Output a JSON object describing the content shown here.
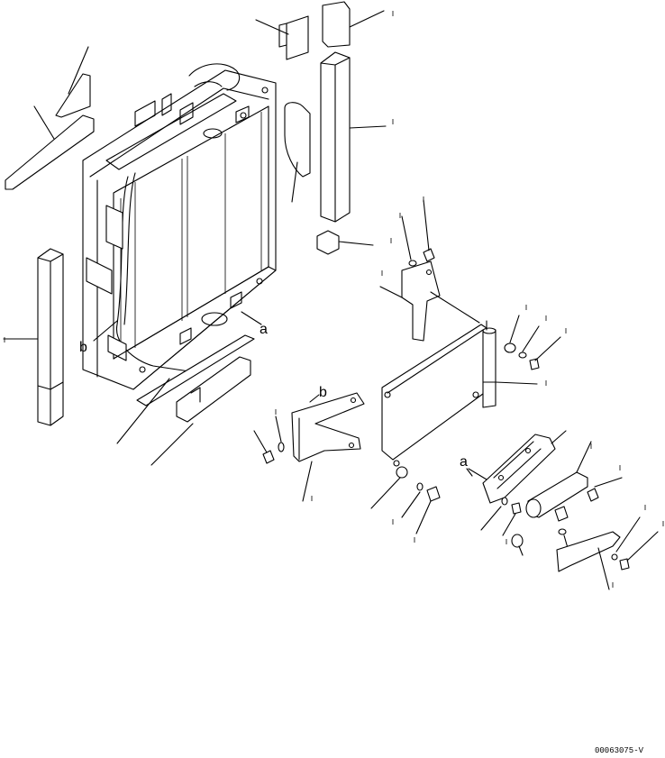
{
  "callouts": {
    "a_radiator": "a",
    "b_radiator": "b",
    "b_bracket": "b",
    "a_bracket": "a"
  },
  "drawing_code": "00063075-V"
}
